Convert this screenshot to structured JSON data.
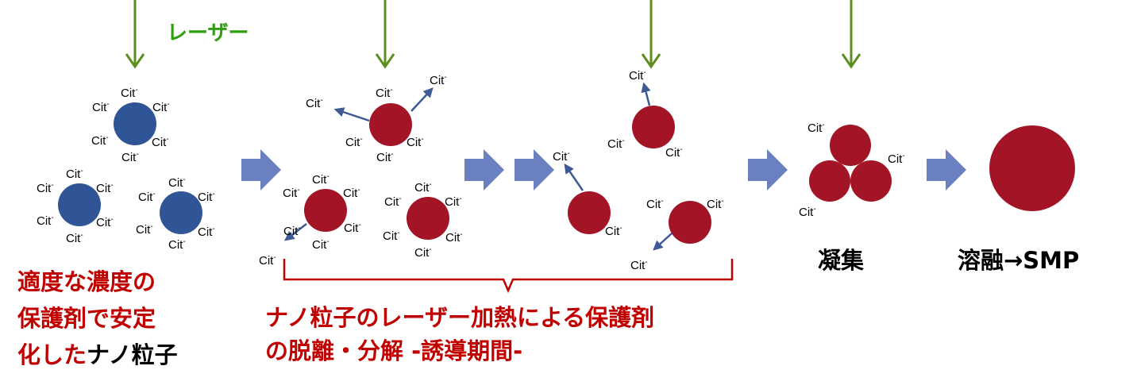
{
  "laser_label": "レーザー",
  "ligand": {
    "symbol": "Cit",
    "charge": "-"
  },
  "captions": {
    "stabilized_line1": "適度な濃度の",
    "stabilized_line2": "保護剤で安定",
    "stabilized_line3_red": "化した",
    "stabilized_line3_black": "ナノ粒子",
    "desorption_line1": "ナノ粒子のレーザー加熱による保護剤",
    "desorption_line2": "の脱離・分解 -誘導期間-",
    "aggregation": "凝集",
    "melting": "溶融→SMP"
  },
  "colors": {
    "stable_particle": "#2f5597",
    "heated_particle": "#a31526",
    "laser_arrow": "#5e8e1e",
    "process_arrow": "#6a80c1",
    "ligand_arrow": "#3d5a94",
    "brace": "#c00000",
    "caption_red": "#c00000",
    "laser_text": "#2e9e10"
  }
}
